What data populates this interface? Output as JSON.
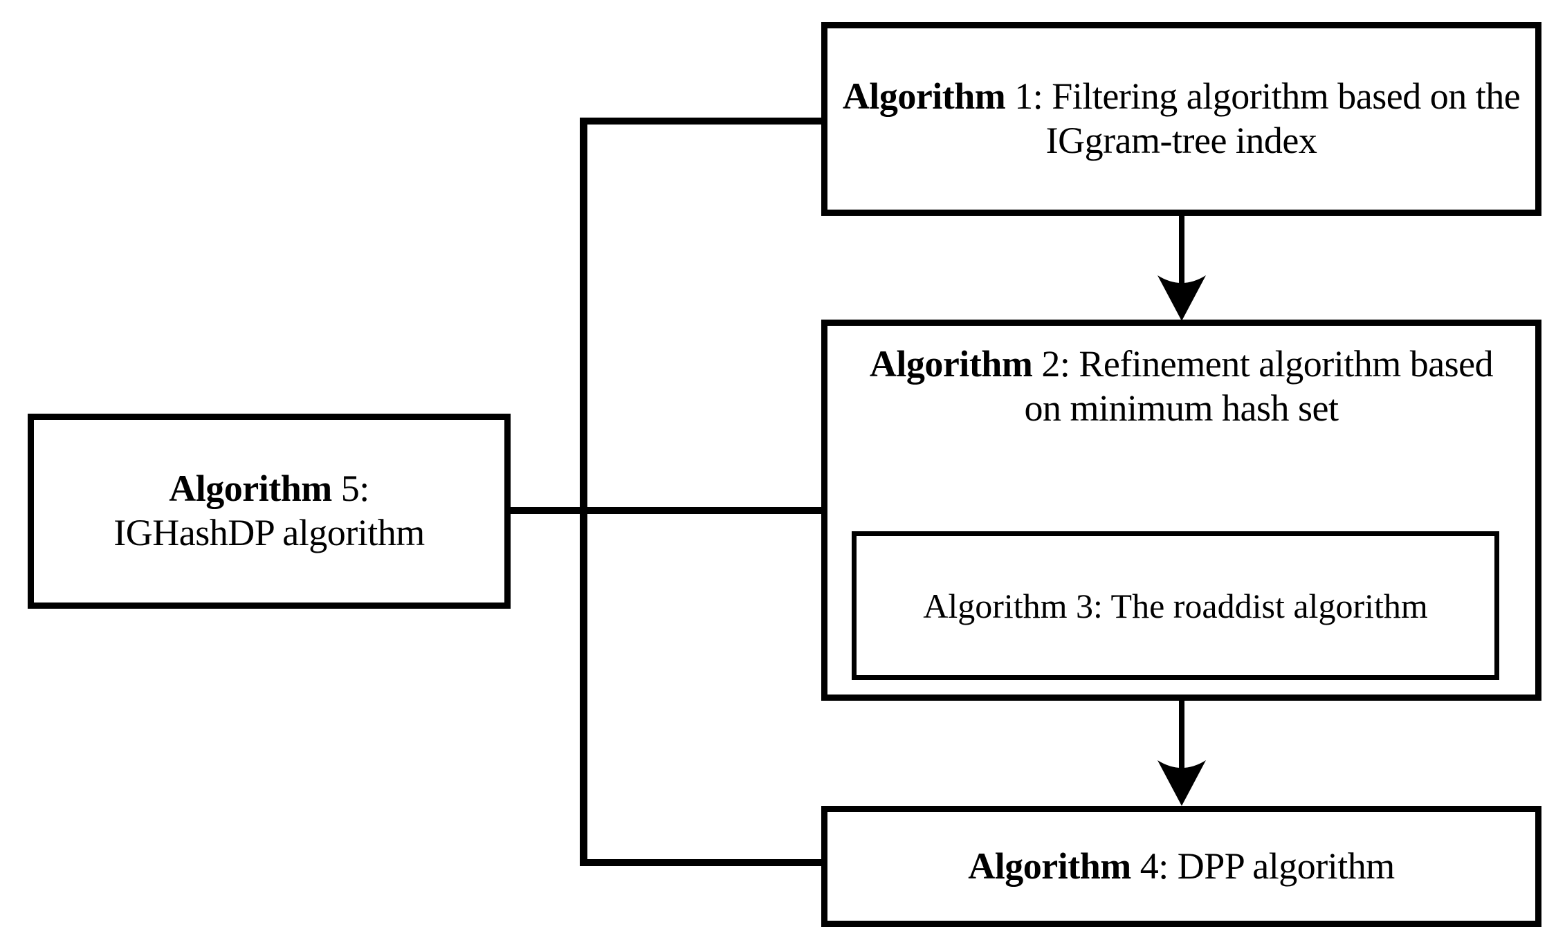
{
  "diagram": {
    "title": "Algorithm relationship flowchart",
    "colors": {
      "stroke": "#000000",
      "background": "#ffffff",
      "text": "#000000"
    },
    "boxes": {
      "box5": {
        "lead": "Algorithm",
        "number": " 5:",
        "body": "IGHashDP algorithm",
        "full": "Algorithm 5: IGHashDP algorithm"
      },
      "box1": {
        "lead": "Algorithm",
        "number": " 1:",
        "body": " Filtering algorithm based on the IGgram-tree index",
        "full": "Algorithm 1: Filtering algorithm based on the IGgram-tree index"
      },
      "box2": {
        "lead": "Algorithm",
        "number": " 2:",
        "body": " Refinement algorithm based on minimum hash set",
        "full": "Algorithm 2: Refinement algorithm based on minimum hash set"
      },
      "box3": {
        "lead": "Algorithm",
        "number": " 3:",
        "body": " The roaddist algorithm",
        "full": "Algorithm 3: The roaddist algorithm"
      },
      "box4": {
        "lead": "Algorithm",
        "number": " 4:",
        "body": " DPP algorithm",
        "full": "Algorithm 4: DPP algorithm"
      }
    },
    "connectors": {
      "bracket_label": "algorithm-5-bracket",
      "arrow1_label": "arrow-algorithm1-to-algorithm2",
      "arrow2_label": "arrow-algorithm2-to-algorithm4"
    }
  }
}
